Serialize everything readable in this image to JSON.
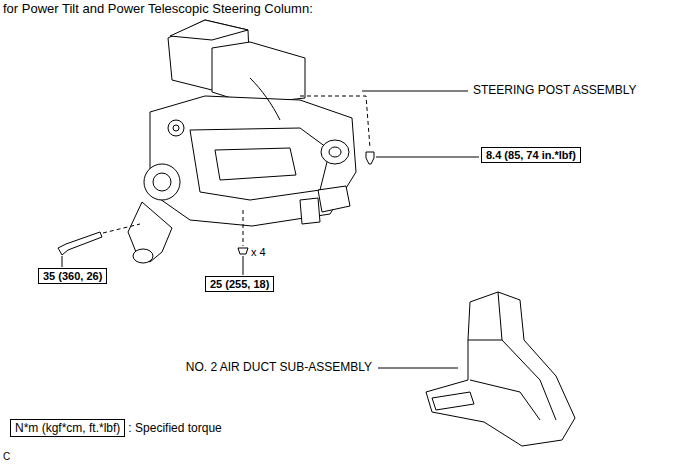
{
  "diagram": {
    "title": "for Power Tilt and Power Telescopic Steering Column:",
    "nodes": [
      {
        "text": [
          "8.4 (85, 74 in.*lbf)"
        ]
      },
      {
        "text": [
          "35 (360, 26)"
        ]
      },
      {
        "text": [
          "25 (255, 18)"
        ]
      },
      {
        "text": [
          "N*m (kgf*cm, ft.*lbf)",
          ": Specified torque"
        ]
      }
    ],
    "labels": [
      "STEERING POST ASSEMBLY",
      "x 4",
      "NO. 2 AIR DUCT SUB-ASSEMBLY",
      "C"
    ]
  }
}
